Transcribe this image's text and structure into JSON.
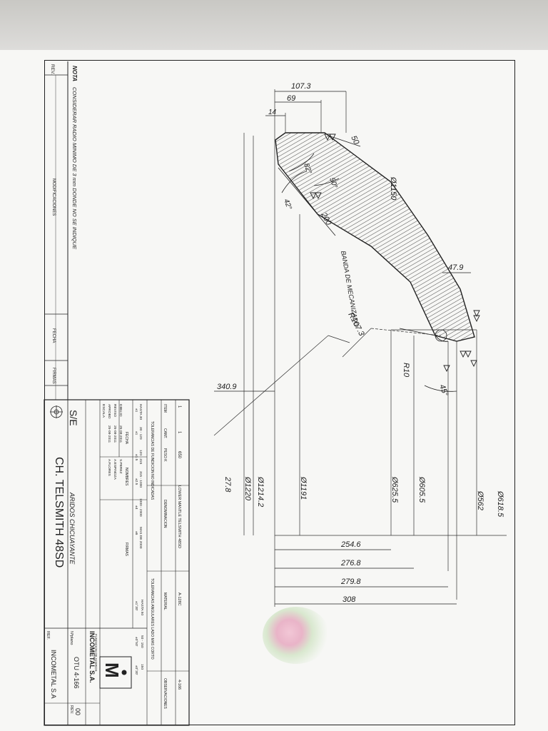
{
  "note": {
    "label": "NOTA",
    "text": "CONSIDERAR RADIO MINIMO DE 3 mm DONDE NO SE INDIQUE"
  },
  "revision_block": {
    "rev": "REV.",
    "modificaciones": "MODIFICACIONES",
    "fecha": "FECHA",
    "firmas": "FIRMAS"
  },
  "title_block": {
    "scale": "S/E",
    "title": "CH. TELSMITH 48SD",
    "client": "ARIDOS CHICUAYANTE",
    "company": "INCOMETAL S.A.",
    "company_sub": "FUNDICION DE ACEROS",
    "plano_label": "Nºplano",
    "plano": "OTU 4-166",
    "rev_label": "REV.",
    "rev": "00",
    "ref_label": "REF.",
    "ref": "INCOMETAL S.A",
    "parts_header": [
      "ITEM",
      "CANT.",
      "PESO K",
      "DENOMINACION",
      "MATERIAL",
      "OBSERVACIONES"
    ],
    "parts_row": [
      "1",
      "1",
      "650",
      "LOWER MANTLE TELSMITH 48SD",
      "A-128C",
      "4-166"
    ],
    "tol_foundry_title": "TOLERANCIAS DE FUNDICION NO INDICADAS",
    "tol_foundry_ranges": [
      "HASTA 30",
      "30 - 120",
      "120 - 315",
      "315 - 1000",
      "1000 - 2000",
      "MAS DE 2000"
    ],
    "tol_foundry_values": [
      "±1",
      "±1",
      "±1.5",
      "±2.5",
      "±4",
      "±6"
    ],
    "tol_angular_title": "TOLERANCIAS ANGULARES LADO MAS CORTO",
    "tol_angular": [
      "HASTA 50",
      "50 - 150",
      "150"
    ],
    "tol_angular_values": [
      "±1°30'",
      "±0°50'",
      "±0°30'"
    ],
    "people_headers": [
      "FECHA",
      "NOMBRES",
      "FIRMAS"
    ],
    "people": [
      {
        "role": "DIBUJO",
        "date": "25-08-2011",
        "name": "S.PEREZ"
      },
      {
        "role": "REVISO",
        "date": "25-08-2011",
        "name": "A.ESPINOZA"
      },
      {
        "role": "APROBO",
        "date": "25-08-2011",
        "name": "A.FLORES"
      },
      {
        "role": "ESCALA",
        "date": "",
        "name": ""
      }
    ]
  },
  "dimensions": {
    "d107_3": "107.3",
    "d69": "69",
    "d14": "14",
    "d50": "50",
    "d200": "200",
    "ang82": "82°",
    "ang50": "50°",
    "ang42": "42°",
    "banda": "BANDA DE MECANIZADO",
    "r107_3": "R107.3",
    "d47_9": "47.9",
    "r10": "R10",
    "ang45": "45°",
    "d340_9": "340.9",
    "d27_8": "27.8",
    "dia1150": "Ø1150",
    "dia1214_2": "Ø1214.2",
    "dia1220": "Ø1220",
    "dia1191": "Ø1191",
    "dia625_5": "Ø625.5",
    "dia605_5": "Ø605.5",
    "dia562": "Ø562",
    "dia618_5": "Ø618.5",
    "h254_6": "254.6",
    "h276_8": "276.8",
    "h279_8": "279.8",
    "h308": "308"
  }
}
